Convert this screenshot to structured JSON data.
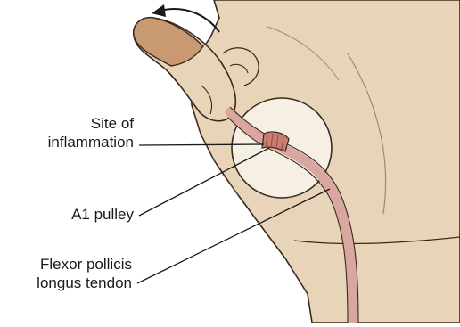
{
  "labels": {
    "inflammation_line1": "Site of",
    "inflammation_line2": "inflammation",
    "pulley": "A1 pulley",
    "tendon_line1": "Flexor pollicis",
    "tendon_line2": "longus tendon"
  },
  "colors": {
    "skin": "#e8d4b8",
    "skin_shadow": "#c9ab88",
    "thumb_tip": "#c99a72",
    "outline": "#3a2a1e",
    "tendon": "#d9a7a0",
    "pulley": "#c97c70",
    "magnifier": "#f6efe3"
  },
  "icons": {
    "motion_arrow": "curved-arrow-icon"
  }
}
